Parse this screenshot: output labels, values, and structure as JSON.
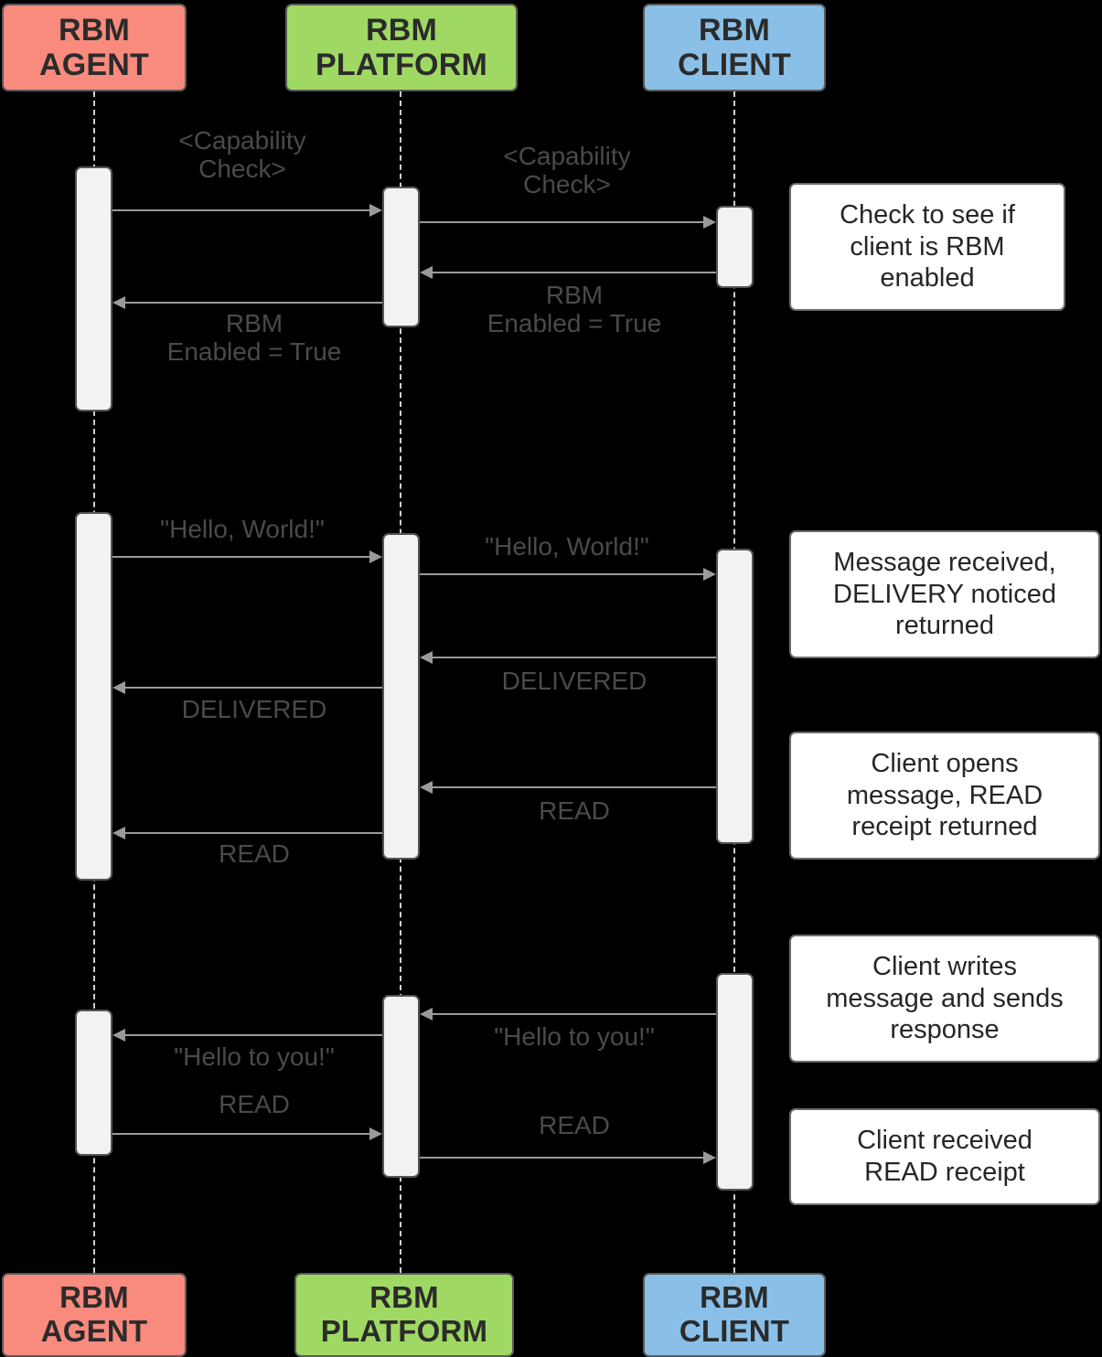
{
  "diagram": {
    "type": "sequence-diagram",
    "title": "RBM message flow",
    "background": "#000000",
    "colors": {
      "agent": "#f98a7e",
      "platform": "#9fd964",
      "client": "#8ac0e8",
      "activation_fill": "#f2f2f2",
      "activation_border": "#545454",
      "lifeline": "#cfcfcf",
      "arrow": "#9a9a9a",
      "message_text": "#4a4a4a",
      "note_text": "#262626",
      "note_fill": "#ffffff"
    }
  },
  "participants": [
    {
      "id": "agent",
      "line1": "RBM",
      "line2": "AGENT",
      "color": "#f98a7e"
    },
    {
      "id": "platform",
      "line1": "RBM",
      "line2": "PLATFORM",
      "color": "#9fd964"
    },
    {
      "id": "client",
      "line1": "RBM",
      "line2": "CLIENT",
      "color": "#8ac0e8"
    }
  ],
  "messages": [
    {
      "id": "m1",
      "from": "agent",
      "to": "platform",
      "direction": "right",
      "label": "<Capability\nCheck>"
    },
    {
      "id": "m2",
      "from": "platform",
      "to": "client",
      "direction": "right",
      "label": "<Capability\nCheck>"
    },
    {
      "id": "m3",
      "from": "client",
      "to": "platform",
      "direction": "left",
      "label": "RBM\nEnabled = True"
    },
    {
      "id": "m4",
      "from": "platform",
      "to": "agent",
      "direction": "left",
      "label": "RBM\nEnabled = True"
    },
    {
      "id": "m5",
      "from": "agent",
      "to": "platform",
      "direction": "right",
      "label": "\"Hello, World!\""
    },
    {
      "id": "m6",
      "from": "platform",
      "to": "client",
      "direction": "right",
      "label": "\"Hello, World!\""
    },
    {
      "id": "m7",
      "from": "client",
      "to": "platform",
      "direction": "left",
      "label": "DELIVERED"
    },
    {
      "id": "m8",
      "from": "platform",
      "to": "agent",
      "direction": "left",
      "label": "DELIVERED"
    },
    {
      "id": "m9",
      "from": "client",
      "to": "platform",
      "direction": "left",
      "label": "READ"
    },
    {
      "id": "m10",
      "from": "platform",
      "to": "agent",
      "direction": "left",
      "label": "READ"
    },
    {
      "id": "m11",
      "from": "client",
      "to": "platform",
      "direction": "left",
      "label": "\"Hello to you!\""
    },
    {
      "id": "m12",
      "from": "platform",
      "to": "agent",
      "direction": "left",
      "label": "\"Hello to you!\""
    },
    {
      "id": "m13",
      "from": "agent",
      "to": "platform",
      "direction": "right",
      "label": "READ"
    },
    {
      "id": "m14",
      "from": "platform",
      "to": "client",
      "direction": "right",
      "label": "READ"
    }
  ],
  "notes": [
    {
      "id": "n1",
      "text": "Check to see if\nclient is RBM\nenabled"
    },
    {
      "id": "n2",
      "text": "Message received,\nDELIVERY noticed\nreturned"
    },
    {
      "id": "n3",
      "text": "Client opens\nmessage, READ\nreceipt returned"
    },
    {
      "id": "n4",
      "text": "Client writes\nmessage and sends\nresponse"
    },
    {
      "id": "n5",
      "text": "Client received\nREAD receipt"
    }
  ]
}
